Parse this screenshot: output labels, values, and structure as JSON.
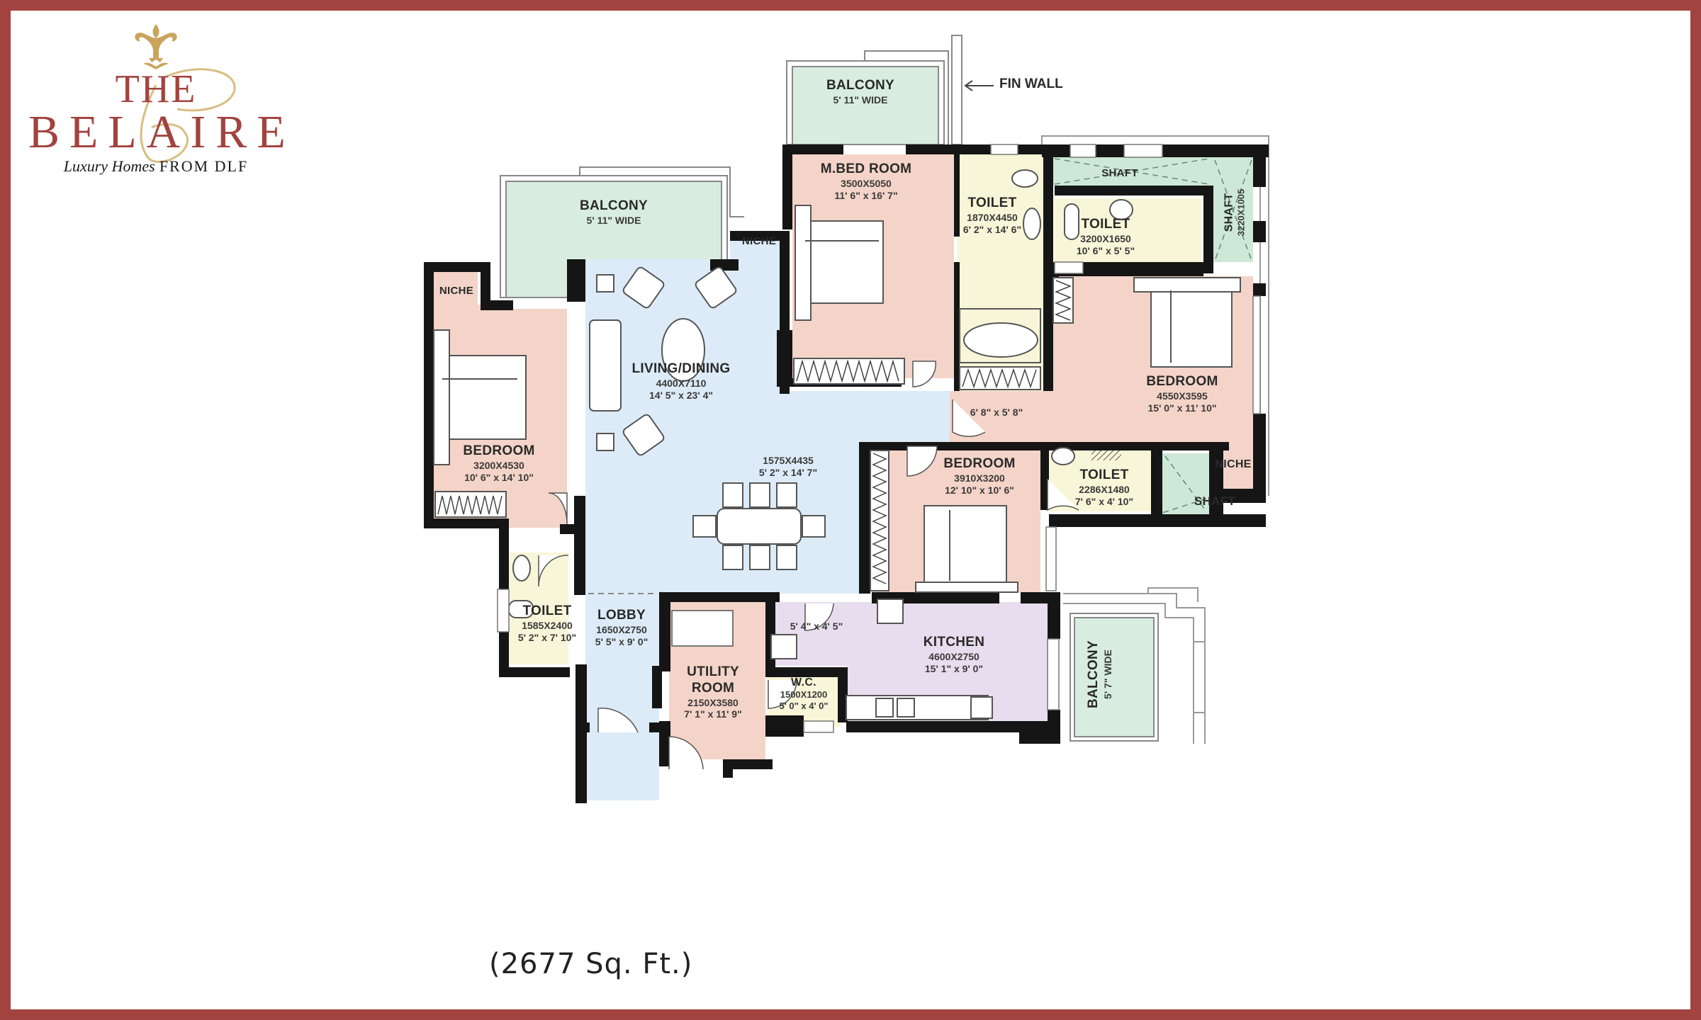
{
  "brand": {
    "line1": "THE",
    "line2": "BELAIRE",
    "tagline_script": "Luxury Homes",
    "tagline_caps": "FROM DLF",
    "colors": {
      "frame": "#A2433F",
      "brand_red": "#A2433F",
      "gold": "#C9A45C"
    }
  },
  "plan": {
    "colors": {
      "wall": "#151515",
      "bedroom": "#F4D4C8",
      "living": "#DCEBF7",
      "balcony": "#D8EDE0",
      "toilet": "#F8F6D8",
      "kitchen": "#E8DDEE",
      "shaft": "#CDE8D6"
    },
    "annotations": {
      "fin_wall": "FIN WALL"
    },
    "rooms": [
      {
        "id": "balcony-master",
        "name": "BALCONY",
        "dims": "5' 11\" WIDE"
      },
      {
        "id": "balcony-living",
        "name": "BALCONY",
        "dims": "5' 11\" WIDE"
      },
      {
        "id": "niche-living",
        "name": "NICHE"
      },
      {
        "id": "niche-left",
        "name": "NICHE"
      },
      {
        "id": "master-bedroom",
        "name": "M.BED ROOM",
        "mm": "3500X5050",
        "ft": "11' 6\" x 16' 7\""
      },
      {
        "id": "toilet-master",
        "name": "TOILET",
        "mm": "1870X4450",
        "ft": "6' 2\" x 14' 6\""
      },
      {
        "id": "toilet-upper-right",
        "name": "TOILET",
        "mm": "3200X1650",
        "ft": "10' 6\" x 5' 5\""
      },
      {
        "id": "shaft-top",
        "name": "SHAFT"
      },
      {
        "id": "shaft-right",
        "name": "SHAFT",
        "mm": "3220X1005"
      },
      {
        "id": "living-dining",
        "name": "LIVING/DINING",
        "mm": "4400X7110",
        "ft": "14' 5\" x 23' 4\""
      },
      {
        "id": "dining-extension",
        "mm": "1575X4435",
        "ft": "5' 2\" x 14' 7\""
      },
      {
        "id": "bedroom-left",
        "name": "BEDROOM",
        "mm": "3200X4530",
        "ft": "10' 6\" x 14' 10\""
      },
      {
        "id": "bedroom-right",
        "name": "BEDROOM",
        "mm": "4550X3595",
        "ft": "15' 0\" x 11' 10\""
      },
      {
        "id": "passage-right",
        "ft": "6' 8\" x 5' 8\""
      },
      {
        "id": "bedroom-center",
        "name": "BEDROOM",
        "mm": "3910X3200",
        "ft": "12' 10\" x 10' 6\""
      },
      {
        "id": "toilet-center",
        "name": "TOILET",
        "mm": "2286X1480",
        "ft": "7' 6\" x 4' 10\""
      },
      {
        "id": "niche-right",
        "name": "NICHE"
      },
      {
        "id": "shaft-lower",
        "name": "SHAFT"
      },
      {
        "id": "toilet-left",
        "name": "TOILET",
        "mm": "1585X2400",
        "ft": "5' 2\" x 7' 10\""
      },
      {
        "id": "lobby",
        "name": "LOBBY",
        "mm": "1650X2750",
        "ft": "5' 5\" x 9' 0\""
      },
      {
        "id": "utility-room",
        "name1": "UTILITY",
        "name2": "ROOM",
        "mm": "2150X3580",
        "ft": "7' 1\" x 11' 9\""
      },
      {
        "id": "kitchen-passage",
        "ft": "5' 4\" x 4' 5\""
      },
      {
        "id": "wc",
        "name": "W.C.",
        "mm": "1500X1200",
        "ft": "5' 0\" x 4' 0\""
      },
      {
        "id": "kitchen",
        "name": "KITCHEN",
        "mm": "4600X2750",
        "ft": "15' 1\" x 9' 0\""
      },
      {
        "id": "balcony-kitchen",
        "name": "BALCONY",
        "dims": "5' 7\" WIDE"
      }
    ]
  },
  "footer": {
    "area": "(2677 Sq. Ft.)"
  }
}
